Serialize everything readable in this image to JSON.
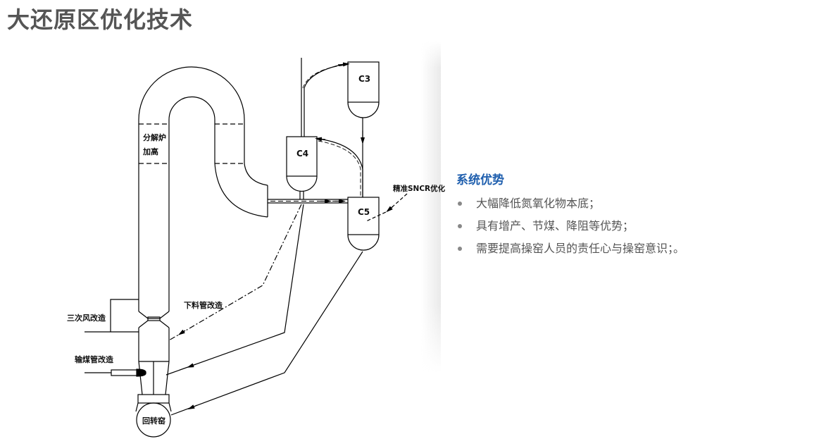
{
  "header": {
    "title": "大还原区优化技术"
  },
  "diagram": {
    "vessels": [
      {
        "id": "c3",
        "label": "C3"
      },
      {
        "id": "c4",
        "label": "C4"
      },
      {
        "id": "c5",
        "label": "C5"
      }
    ],
    "labels": {
      "calciner_raise_line1": "分解炉",
      "calciner_raise_line2": "加高",
      "sncr": "精准SNCR优化",
      "tertiary_air": "三次风改造",
      "downpipe": "下料管改造",
      "coal_pipe": "输煤管改造",
      "kiln": "回转窑"
    }
  },
  "advantages": {
    "heading": "系统优势",
    "items": [
      "大幅降低氮氧化物本底；",
      "具有增产、节煤、降阻等优势；",
      "需要提高操窑人员的责任心与操窑意识；。"
    ]
  },
  "colors": {
    "heading_accent": "#1f5fae",
    "title": "#555555",
    "body_text": "#555555"
  }
}
